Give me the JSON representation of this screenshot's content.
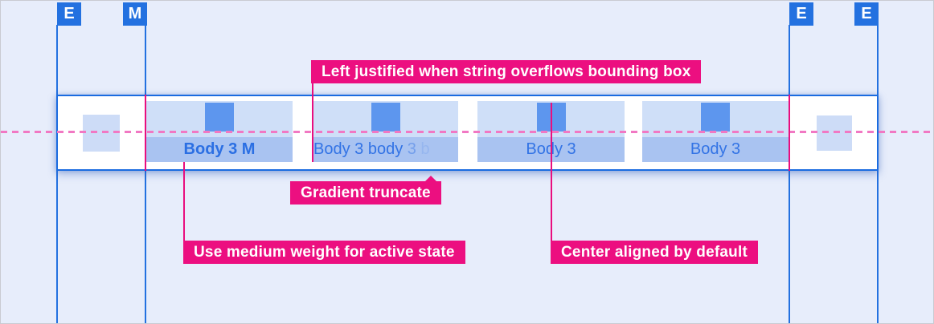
{
  "colors": {
    "background": "#e7edfb",
    "guide_blue": "#2371e0",
    "bar_border_blue": "#1a6be0",
    "tab_icon_area_blue": "#cfdff8",
    "tab_label_area_blue": "#a9c3f1",
    "tab_icon_blue": "#5d96ee",
    "placeholder_blue": "#cddcf7",
    "tab_text_blue": "#3273e5",
    "annotation_magenta": "#ec0f80",
    "dashed_pink": "#f178c3"
  },
  "margin_badges": [
    {
      "letter": "E"
    },
    {
      "letter": "M"
    },
    {
      "letter": "E"
    },
    {
      "letter": "E"
    }
  ],
  "tab_bar": {
    "tabs": [
      {
        "label": "Body 3 M",
        "state": "active",
        "alignment": "center"
      },
      {
        "label": "Body 3 body 3 b",
        "state": "default",
        "alignment": "left",
        "truncation": "gradient",
        "segments": [
          {
            "text": "Body 3 body"
          },
          {
            "text": " 3"
          },
          {
            "text": " b"
          }
        ]
      },
      {
        "label": "Body 3",
        "state": "default",
        "alignment": "center"
      },
      {
        "label": "Body 3",
        "state": "default",
        "alignment": "center"
      }
    ]
  },
  "annotations": {
    "overflow": "Left justified when string overflows bounding box",
    "gradient": "Gradient truncate",
    "active_weight": "Use medium weight for active state",
    "center_default": "Center aligned by default"
  }
}
